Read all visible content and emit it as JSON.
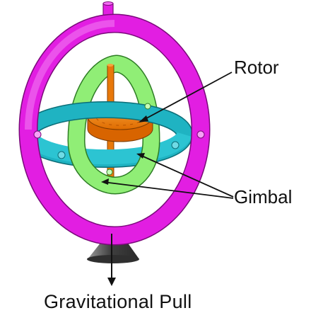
{
  "labels": {
    "rotor": "Rotor",
    "gimbal": "Gimbal",
    "gravity": "Gravitational Pull"
  },
  "colors": {
    "outer_ring": "#e21ee2",
    "inner_gimbal": "#90ee76",
    "horizontal_ring": "#1fb3c2",
    "rotor": "#f07d0c",
    "base": "#3f3f3f",
    "arrow": "#111111"
  }
}
